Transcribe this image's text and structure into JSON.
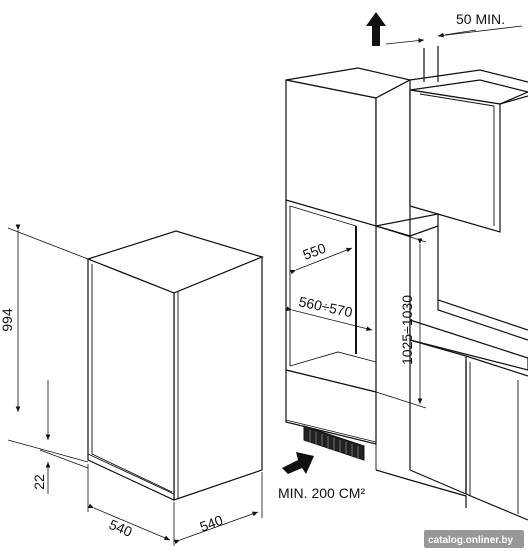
{
  "dimensions": {
    "height_994": "994",
    "plinth_22": "22",
    "depth_540": "540",
    "width_540": "540",
    "depth_550": "550",
    "width_560_570": "560÷570",
    "height_1025_1030": "1025÷1030",
    "gap_50_min": "50  MIN.",
    "vent_min_200": "MIN.  200 CM²"
  },
  "watermark": "catalog.onliner.by",
  "icons": [
    "up-arrow-icon",
    "right-arrow-icon"
  ]
}
